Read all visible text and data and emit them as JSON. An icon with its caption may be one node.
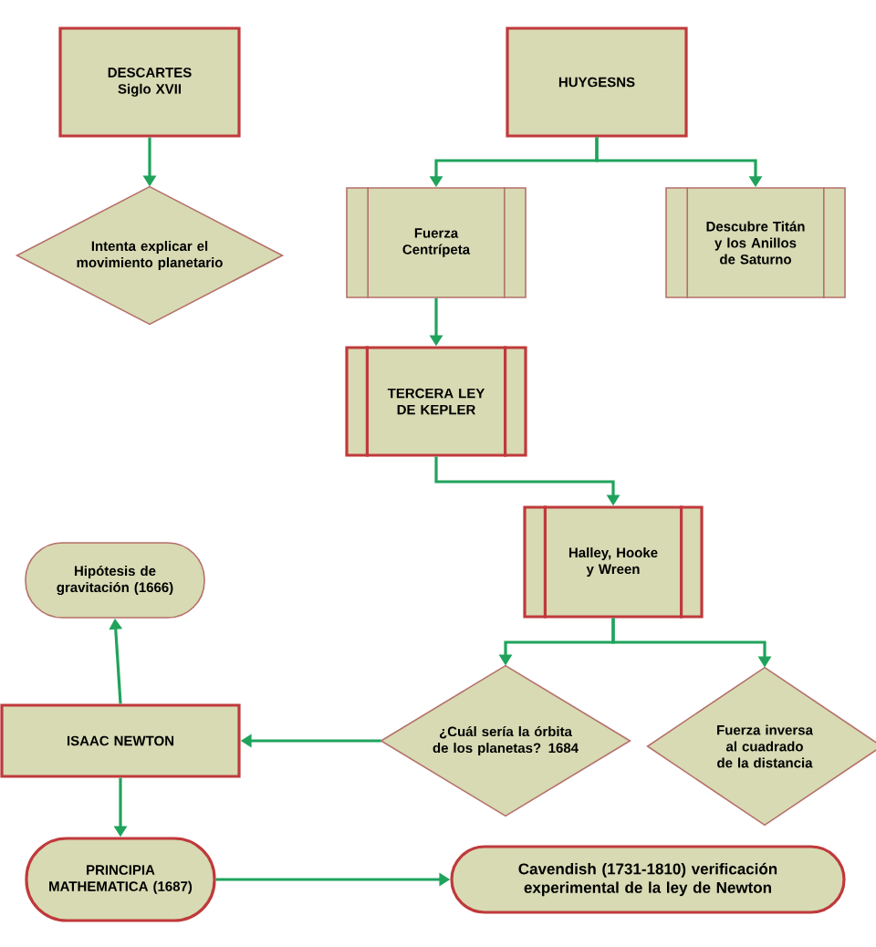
{
  "diagram": {
    "nodes": [
      {
        "text": [
          "DESCARTES Siglo XVII"
        ]
      },
      {
        "text": [
          "Intenta explicar el movimiento planetario"
        ]
      },
      {
        "text": [
          "HUYGESNS"
        ]
      },
      {
        "text": [
          "Fuerza Centrípeta"
        ]
      },
      {
        "text": [
          "Descubre Titán y los Anillos de Saturno"
        ]
      },
      {
        "text": [
          "TERCERA LEY DE KEPLER"
        ]
      },
      {
        "text": [
          "Halley, Hooke y Wreen"
        ]
      },
      {
        "text": [
          "Hipótesis de gravitación (1666)"
        ]
      },
      {
        "text": [
          "ISAAC NEWTON"
        ]
      },
      {
        "text": [
          "¿Cuál sería la órbita de los planetas? 1684"
        ]
      },
      {
        "text": [
          "Fuerza inversa al cuadrado de la distancia"
        ]
      },
      {
        "text": [
          "PRINCIPIA MATHEMATICA (1687)"
        ]
      },
      {
        "text": [
          "Cavendish (1731-1810)  verificación experimental  de la ley de Newton"
        ]
      }
    ],
    "edges": [
      {
        "from": 0,
        "to": 1,
        "arrow": "to"
      },
      {
        "from": 2,
        "to": 3,
        "arrow": "to"
      },
      {
        "from": 2,
        "to": 4,
        "arrow": "to"
      },
      {
        "from": 3,
        "to": 5,
        "arrow": "to"
      },
      {
        "from": 5,
        "to": 6,
        "arrow": "to"
      },
      {
        "from": 6,
        "to": 9,
        "arrow": "to"
      },
      {
        "from": 6,
        "to": 10,
        "arrow": "to"
      },
      {
        "from": 9,
        "to": 8,
        "arrow": "to"
      },
      {
        "from": 8,
        "to": 7,
        "arrow": "to"
      },
      {
        "from": 8,
        "to": 11,
        "arrow": "to"
      },
      {
        "from": 11,
        "to": 12,
        "arrow": "to"
      }
    ]
  }
}
